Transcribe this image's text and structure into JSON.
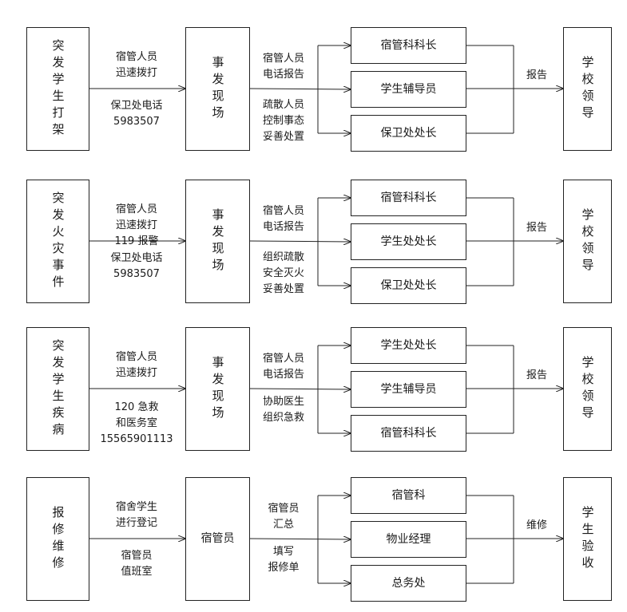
{
  "sections": [
    {
      "event": "突发学生打架",
      "scene": "事发现场",
      "call_labels": [
        "宿管人员",
        "迅速拨打"
      ],
      "phone_labels": [
        "保卫处电话",
        "5983507"
      ],
      "report_labels": [
        "宿管人员",
        "电话报告"
      ],
      "action_labels": [
        "疏散人员",
        "控制事态",
        "妥善处置"
      ],
      "targets": [
        "宿管科科长",
        "学生辅导员",
        "保卫处处长"
      ],
      "report_word": "报告",
      "final": "学校领导"
    },
    {
      "event": "突发火灾事件",
      "scene": "事发现场",
      "call_labels": [
        "宿管人员",
        "迅速拨打",
        "119 报警"
      ],
      "phone_labels": [
        "保卫处电话",
        "5983507"
      ],
      "report_labels": [
        "宿管人员",
        "电话报告"
      ],
      "action_labels": [
        "组织疏散",
        "安全灭火",
        "妥善处置"
      ],
      "targets": [
        "宿管科科长",
        "学生处处长",
        "保卫处处长"
      ],
      "report_word": "报告",
      "final": "学校领导"
    },
    {
      "event": "突发学生疾病",
      "scene": "事发现场",
      "call_labels": [
        "宿管人员",
        "迅速拨打"
      ],
      "phone_labels": [
        "120 急救",
        "和医务室",
        "15565901113"
      ],
      "report_labels": [
        "宿管人员",
        "电话报告"
      ],
      "action_labels": [
        "协助医生",
        "组织急救"
      ],
      "targets": [
        "学生处处长",
        "学生辅导员",
        "宿管科科长"
      ],
      "report_word": "报告",
      "final": "学校领导"
    },
    {
      "event": "报修维修",
      "scene": "宿管员",
      "call_labels": [
        "宿舍学生",
        "进行登记"
      ],
      "phone_labels": [
        "宿管员",
        "值班室"
      ],
      "report_labels": [
        "宿管员",
        "汇总"
      ],
      "action_labels": [
        "填写",
        "报修单"
      ],
      "targets": [
        "宿管科",
        "物业经理",
        "总务处"
      ],
      "report_word": "维修",
      "final": "学生验收"
    }
  ]
}
